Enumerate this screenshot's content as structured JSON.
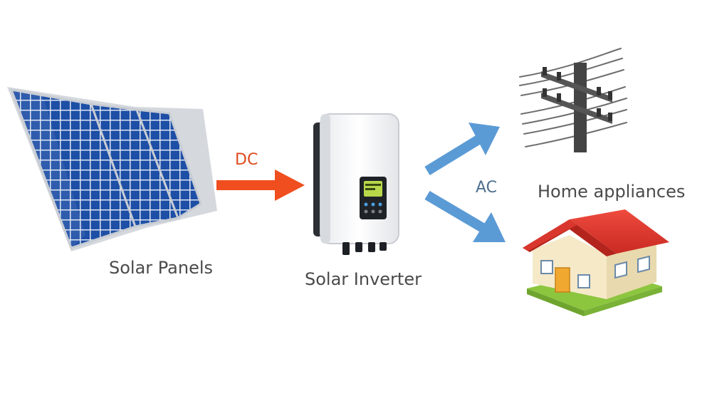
{
  "labels": {
    "solar_panels": "Solar Panels",
    "solar_inverter": "Solar Inverter",
    "home_appliances": "Home appliances",
    "dc": "DC",
    "ac": "AC"
  },
  "colors": {
    "dc_arrow": "#f04e1f",
    "ac_arrow": "#5b9bd5",
    "panel_blue": "#1f4fa3",
    "panel_frame": "#d9dde2",
    "house_roof": "#e0362c",
    "house_wall": "#f5e9c8",
    "grass": "#8cc63f"
  }
}
